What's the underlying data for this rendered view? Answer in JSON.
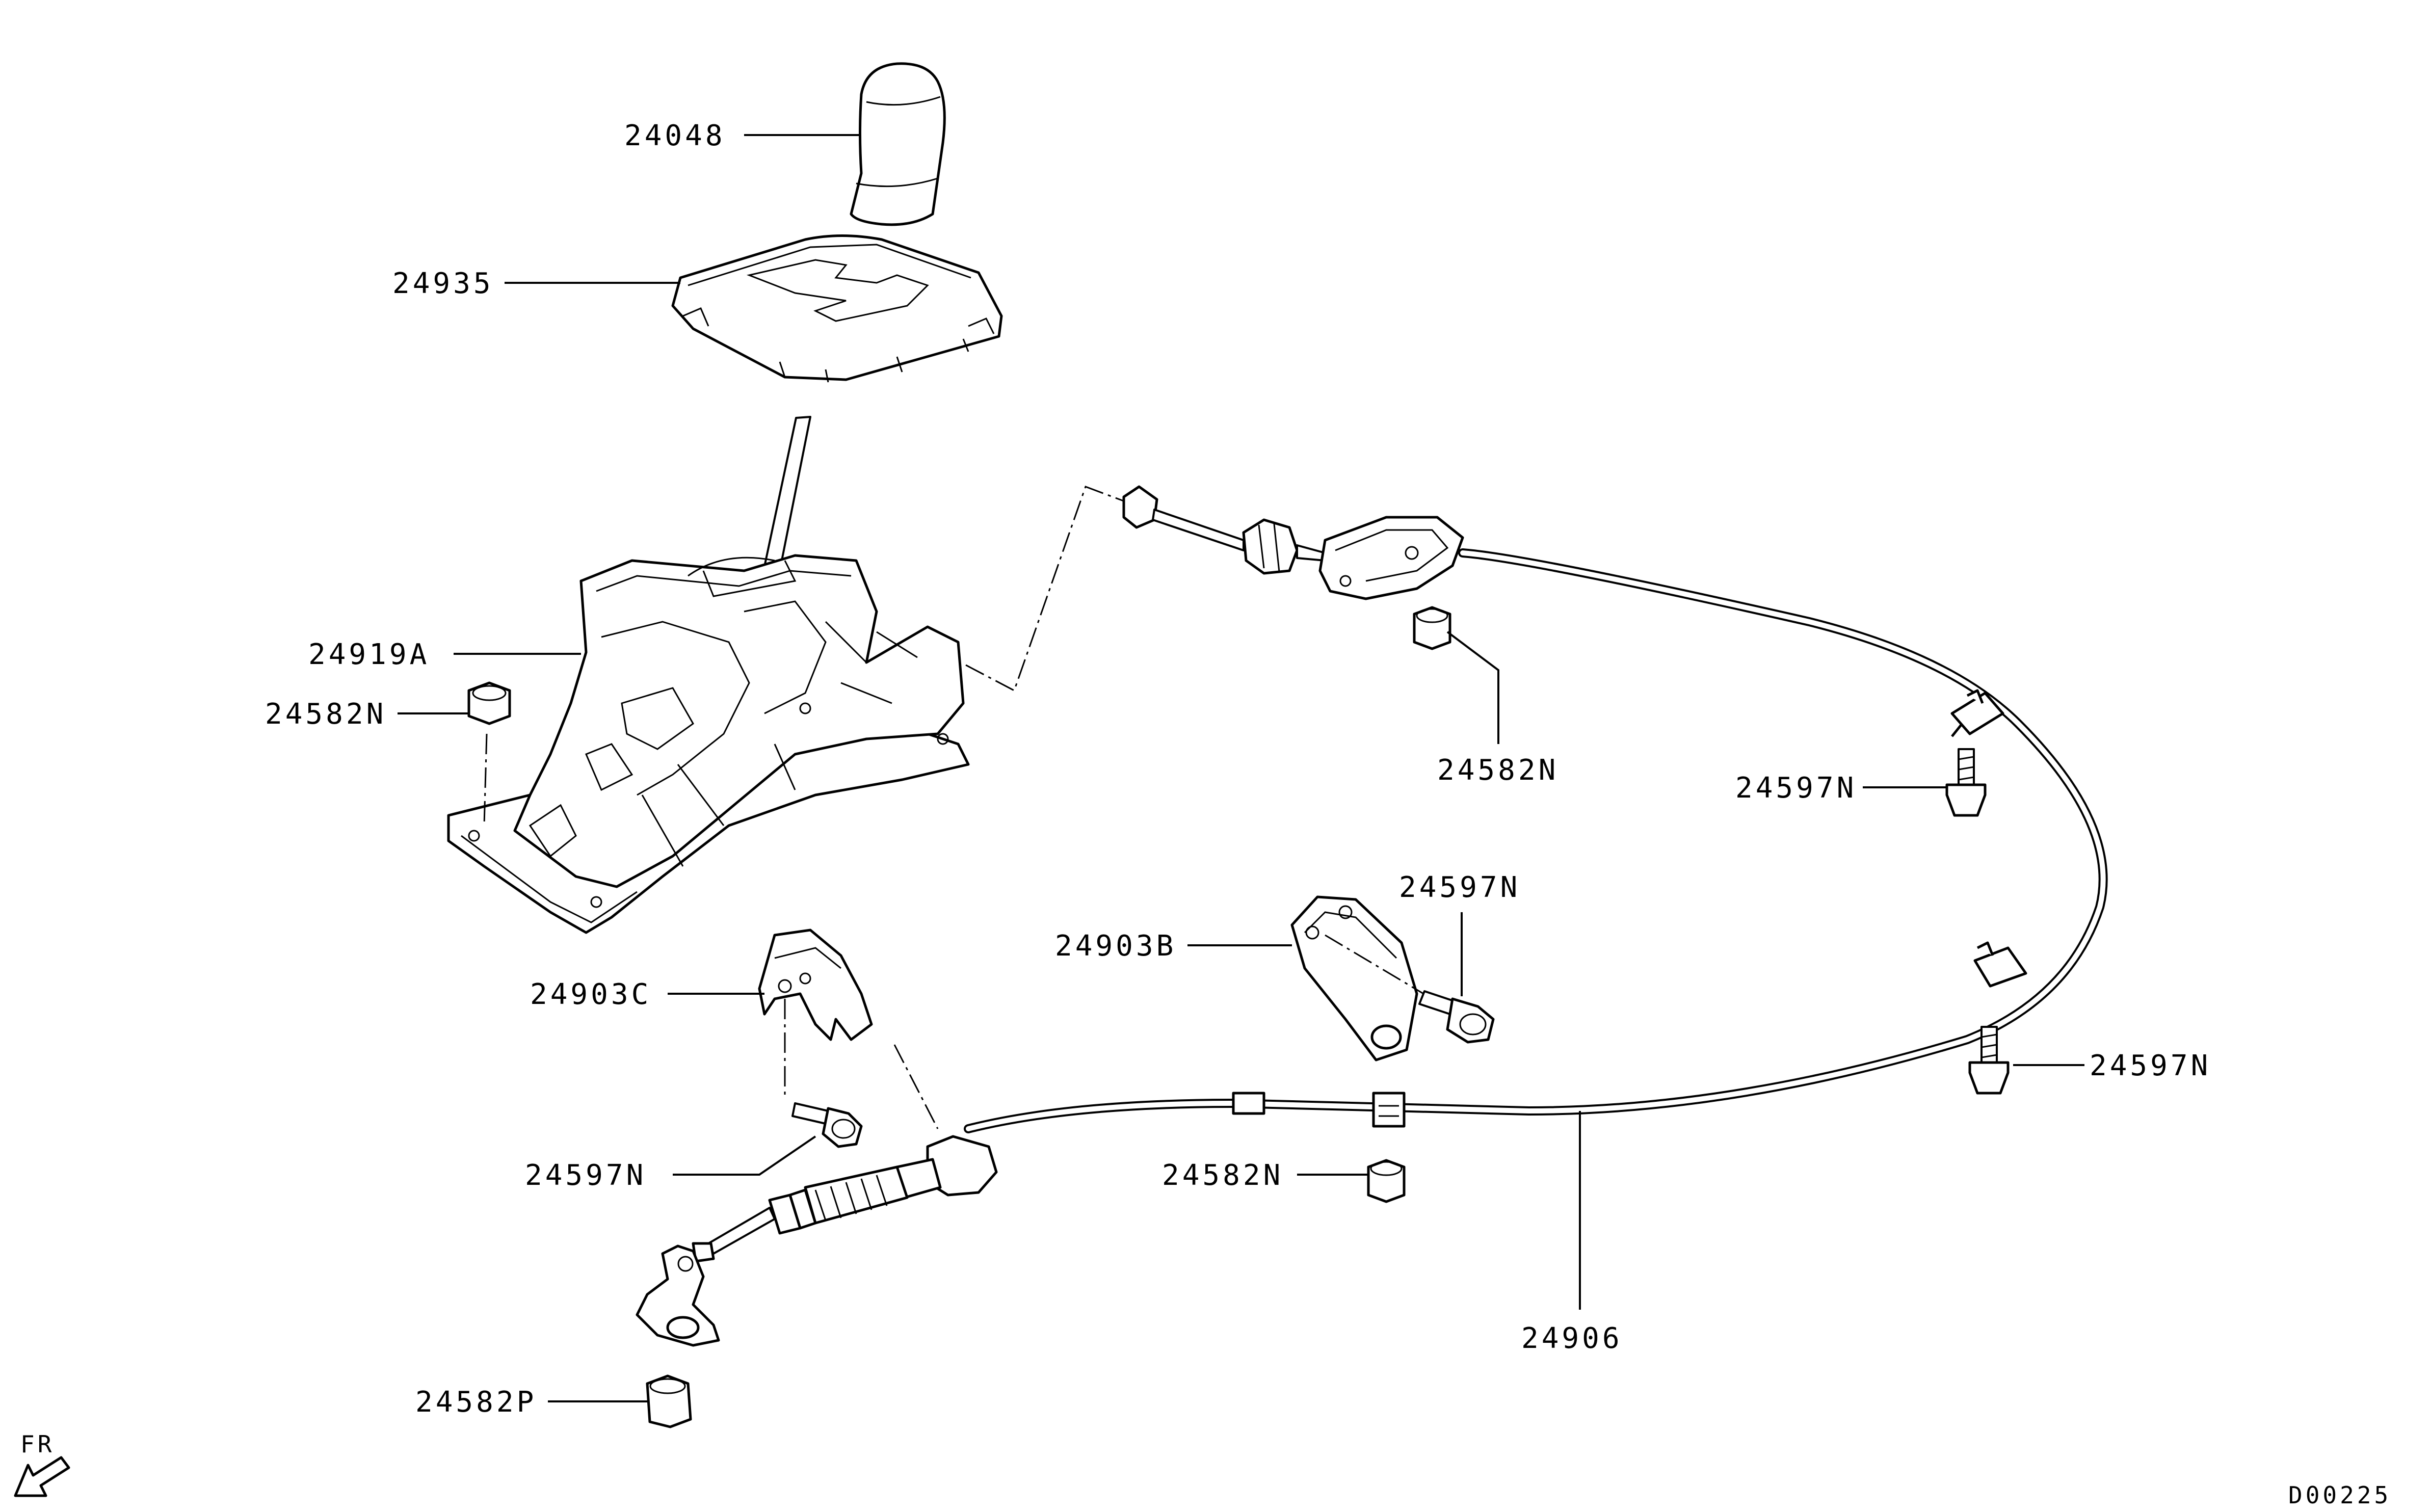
{
  "callouts": {
    "c24048": "24048",
    "c24935": "24935",
    "c24919A": "24919A",
    "c24582N_left": "24582N",
    "c24582N_top": "24582N",
    "c24597N_right_upper": "24597N",
    "c24597N_middle": "24597N",
    "c24903B": "24903B",
    "c24903C": "24903C",
    "c24597N_right_lower": "24597N",
    "c24597N_left_lower": "24597N",
    "c24582N_bottom": "24582N",
    "c24906": "24906",
    "c24582P": "24582P"
  },
  "direction_label": "FR",
  "diagram_code": "D00225"
}
